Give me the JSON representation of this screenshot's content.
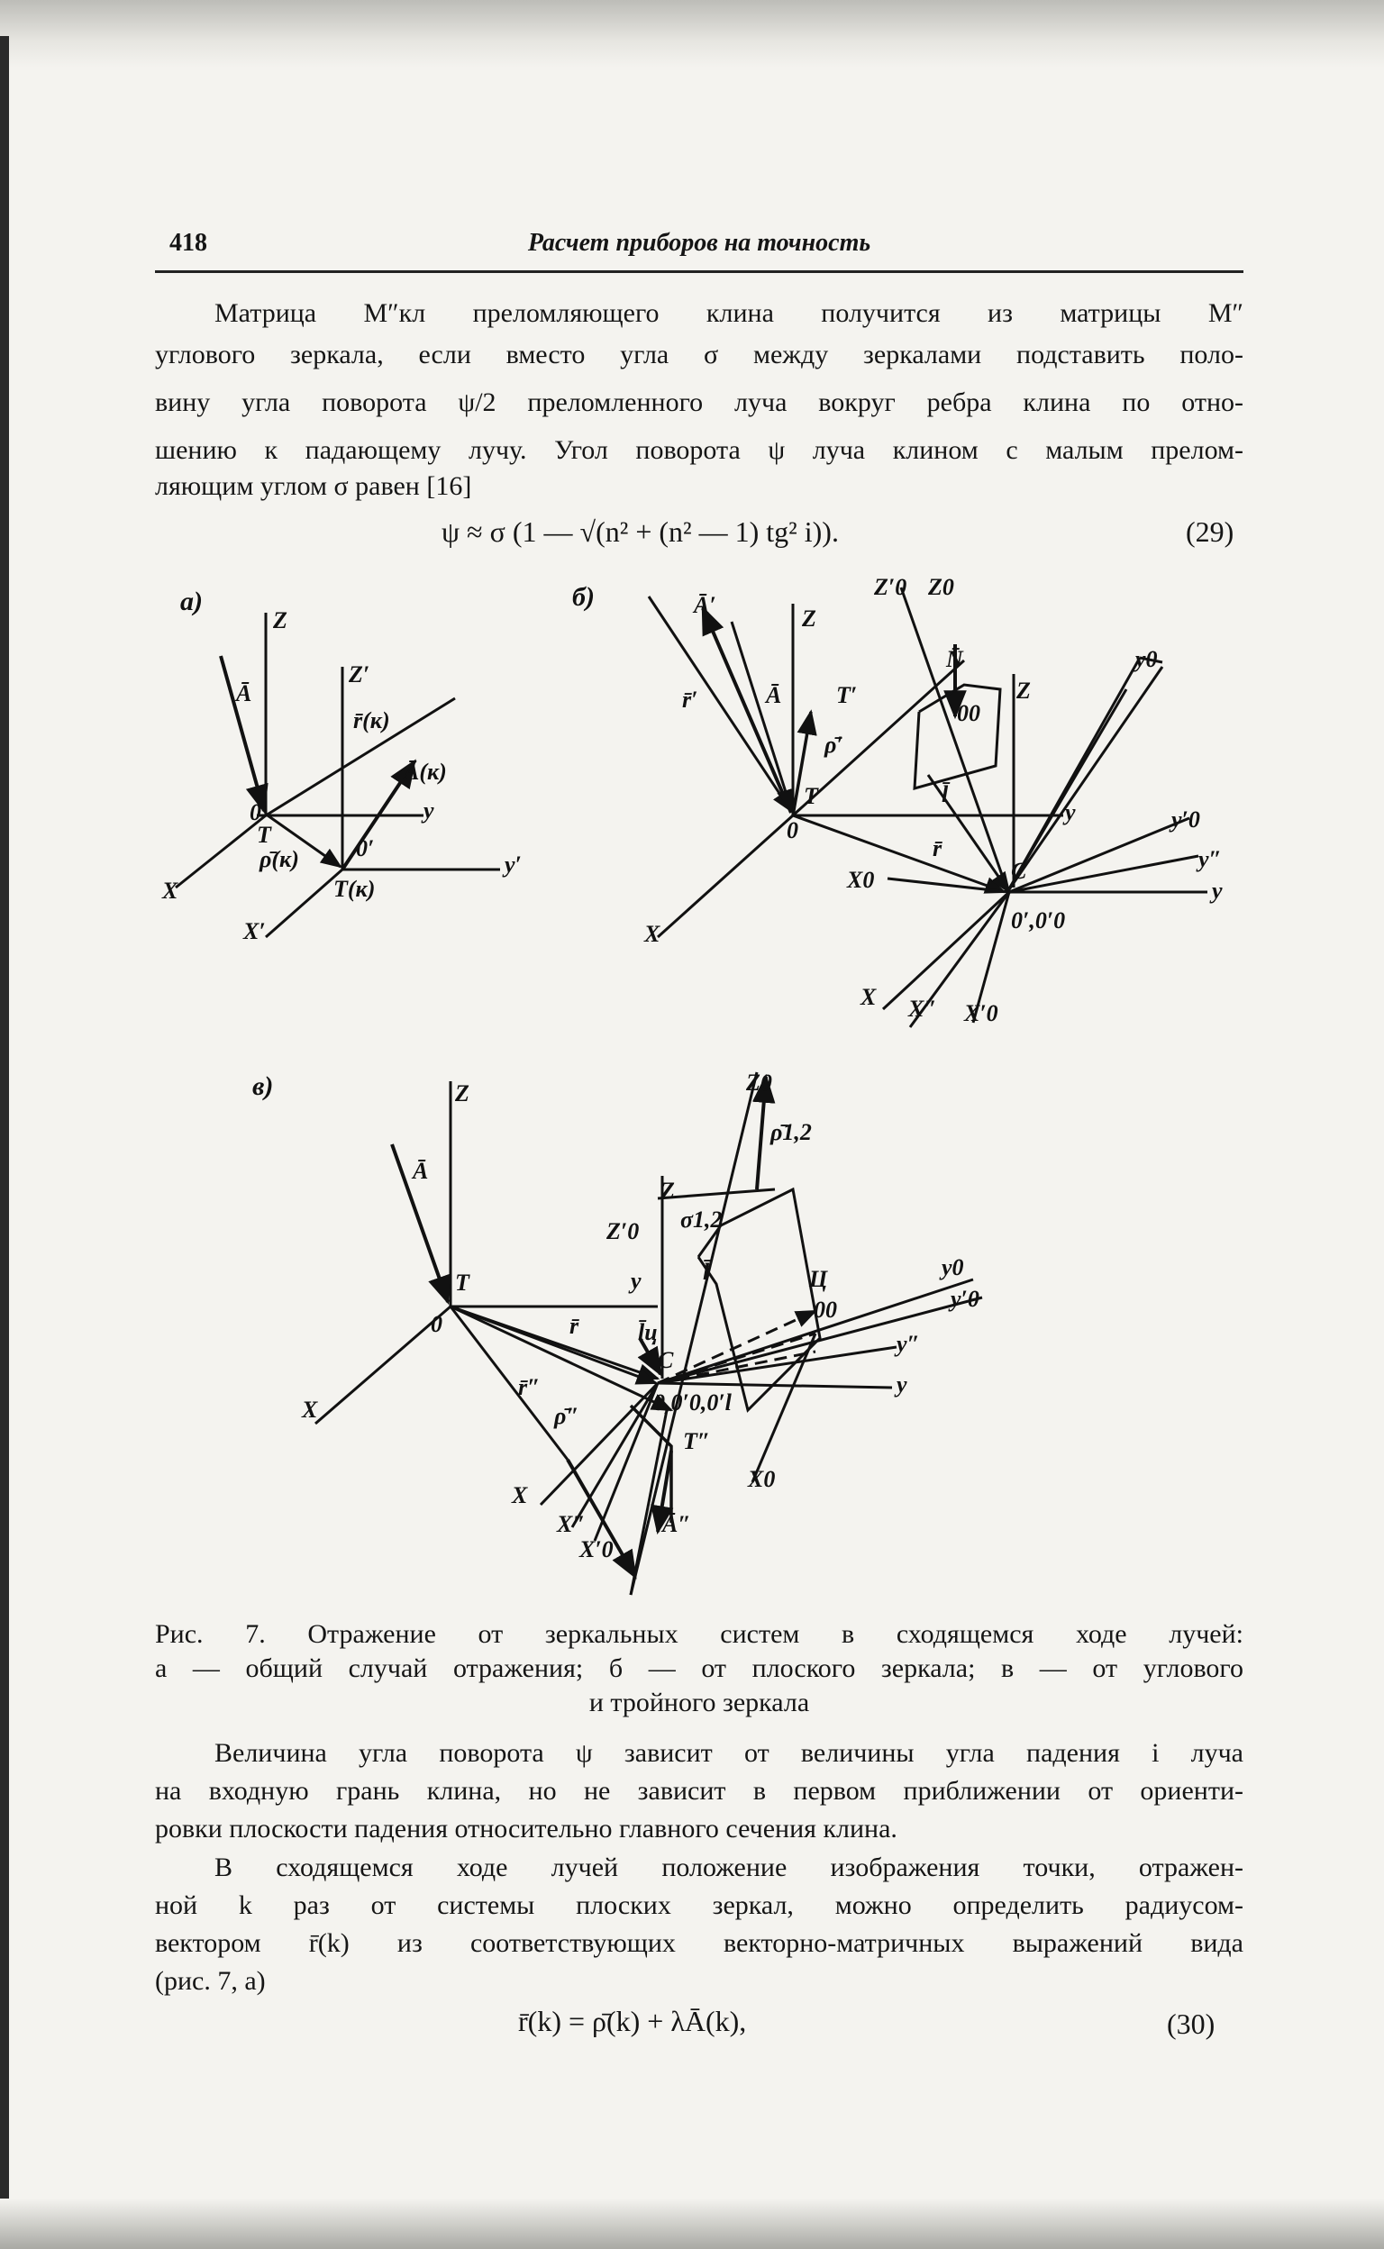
{
  "header": {
    "page_number": "418",
    "running_title": "Расчет приборов на точность"
  },
  "paragraph_1": [
    "Матрица M″кл преломляющего клина получится из матрицы M″",
    "углового зеркала, если вместо угла σ между зеркалами подставить поло-",
    "вину угла поворота ψ/2 преломленного луча вокруг ребра клина по отно-",
    "шению к падающему лучу. Угол поворота ψ луча клином с малым прелом-",
    "ляющим углом σ равен [16]"
  ],
  "formula_29": {
    "text": "ψ ≈ σ (1 — √(n² + (n² — 1) tg² i)).",
    "number": "(29)"
  },
  "figure": {
    "panel_a": {
      "label": "а)",
      "labels": [
        "Z",
        "Z′",
        "Ā",
        "r̄(к)",
        "Ā(к)",
        "0",
        "T",
        "ρ̄(к)",
        "0′",
        "T(к)",
        "y",
        "y′",
        "X",
        "X′"
      ]
    },
    "panel_b": {
      "label": "б)",
      "labels": [
        "Ā′",
        "Z",
        "r̄′",
        "Ā",
        "T′",
        "ρ̄′",
        "T",
        "0",
        "Z′0",
        "Z0",
        "N̄",
        "Z",
        "00",
        "l̄",
        "y0",
        "y",
        "r̄",
        "C",
        "X0",
        "y′0",
        "y″",
        "y",
        "0′,0′0",
        "X",
        "X",
        "X″",
        "X′0"
      ]
    },
    "panel_c": {
      "label": "в)",
      "labels": [
        "Z",
        "Ā",
        "T",
        "0",
        "X",
        "Z0",
        "ρ̄1,2",
        "Z",
        "Z′0",
        "σ1,2",
        "y",
        "l̄",
        "Ц",
        "00",
        "y0",
        "y′0",
        "r̄",
        "l̄ц",
        "y″",
        "C",
        "y",
        "r̄″",
        "ρ̄″",
        "0,0′0,0′l",
        "T″",
        "X0",
        "X",
        "X″",
        "X′0",
        "Ā″"
      ]
    }
  },
  "caption": [
    "Рис. 7. Отражение от зеркальных систем в сходящемся ходе лучей:",
    "а — общий случай отражения; б — от плоского зеркала; в — от углового",
    "и тройного зеркала"
  ],
  "paragraph_2": [
    "Величина угла поворота ψ зависит от величины угла падения i луча",
    "на входную грань клина, но не зависит в первом приближении от ориенти-",
    "ровки плоскости падения относительно главного сечения клина."
  ],
  "paragraph_3": [
    "В сходящемся ходе лучей положение изображения точки, отражен-",
    "ной k раз от системы плоских зеркал, можно определить радиусом-",
    "вектором r̄(k) из соответствующих векторно-матричных выражений вида",
    "(рис. 7, а)"
  ],
  "formula_30": {
    "text": "r̄(k) = ρ̄(k) + λĀ(k),",
    "number": "(30)"
  }
}
